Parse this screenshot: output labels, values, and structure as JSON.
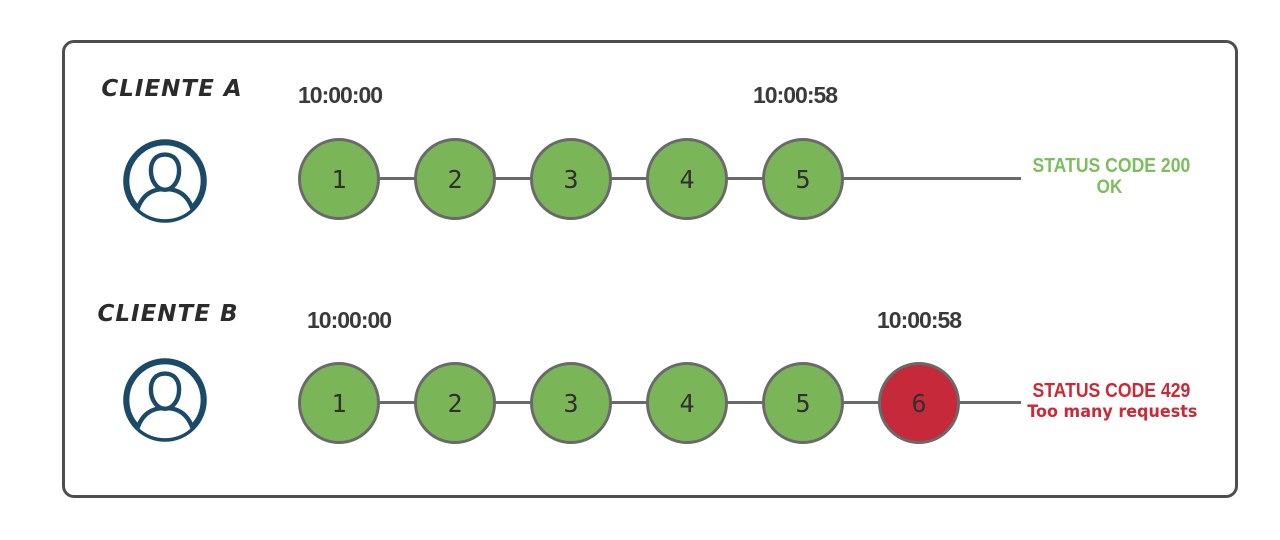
{
  "diagram": {
    "type": "rate-limiting-timeline",
    "colors": {
      "success_circle_green": "#7ab557",
      "blocked_circle_red": "#c5293a",
      "status_ok_text_green": "#7cbd5e",
      "status_error_text_red": "#cc2936",
      "avatar_navy": "#1b4a68",
      "timeline_gray": "#6a6a6a",
      "frame_border_gray": "#4e4e4e",
      "timestamp_text": "#3a3a3a"
    },
    "rows": [
      {
        "client_label": "CLIENTE A",
        "avatar_icon": "user-avatar-icon",
        "start_time": "10:00:00",
        "end_time": "10:00:58",
        "requests": [
          {
            "label": "1",
            "status": "success"
          },
          {
            "label": "2",
            "status": "success"
          },
          {
            "label": "3",
            "status": "success"
          },
          {
            "label": "4",
            "status": "success"
          },
          {
            "label": "5",
            "status": "success"
          }
        ],
        "status_line1": "STATUS CODE 200",
        "status_line2": "OK"
      },
      {
        "client_label": "CLIENTE B",
        "avatar_icon": "user-avatar-icon",
        "start_time": "10:00:00",
        "end_time": "10:00:58",
        "requests": [
          {
            "label": "1",
            "status": "success"
          },
          {
            "label": "2",
            "status": "success"
          },
          {
            "label": "3",
            "status": "success"
          },
          {
            "label": "4",
            "status": "success"
          },
          {
            "label": "5",
            "status": "success"
          },
          {
            "label": "6",
            "status": "blocked"
          }
        ],
        "status_line1": "STATUS CODE 429",
        "status_line2": "Too many requests"
      }
    ]
  }
}
